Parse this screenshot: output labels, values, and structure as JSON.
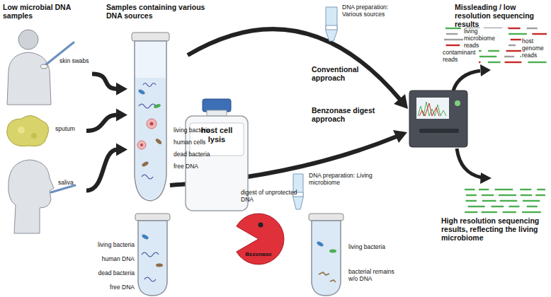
{
  "diagram": {
    "title": "Low microbial DNA samples",
    "nodes": [
      {
        "text": [
          "skin swabs"
        ]
      },
      {
        "text": [
          "sputum"
        ]
      },
      {
        "text": [
          "saliva"
        ]
      },
      {
        "text": [
          "Samples containing various DNA sources",
          "living bacteria",
          "human cells",
          "dead bacteria",
          "free DNA"
        ]
      },
      {
        "text": [
          "host cell lysis"
        ]
      },
      {
        "text": [
          "Bezonase"
        ]
      },
      {
        "text": [
          "living bacteria",
          "human DNA",
          "dead bacteria",
          "free DNA"
        ]
      },
      {
        "text": [
          "living bacteria",
          "bacterial remains w/o DNA"
        ]
      },
      {
        "text": [
          "DNA preparation: Various sources"
        ]
      },
      {
        "text": [
          "DNA preparation: Living microbiome"
        ]
      },
      {
        "text": [
          "Missleading / low resolution sequencing results",
          "living microbiome reads",
          "contaminant reads",
          "host genome reads"
        ]
      },
      {
        "text": [
          "High resolution sequencing results, reflecting the living microbiome"
        ]
      }
    ],
    "edges": [
      {
        "from": 0,
        "to": 3,
        "arrow": "to"
      },
      {
        "from": 1,
        "to": 3,
        "arrow": "to"
      },
      {
        "from": 2,
        "to": 3,
        "arrow": "to"
      }
    ],
    "labels": [
      "Conventional approach",
      "Benzonase digest approach",
      "digest of unprotected DNA"
    ]
  }
}
